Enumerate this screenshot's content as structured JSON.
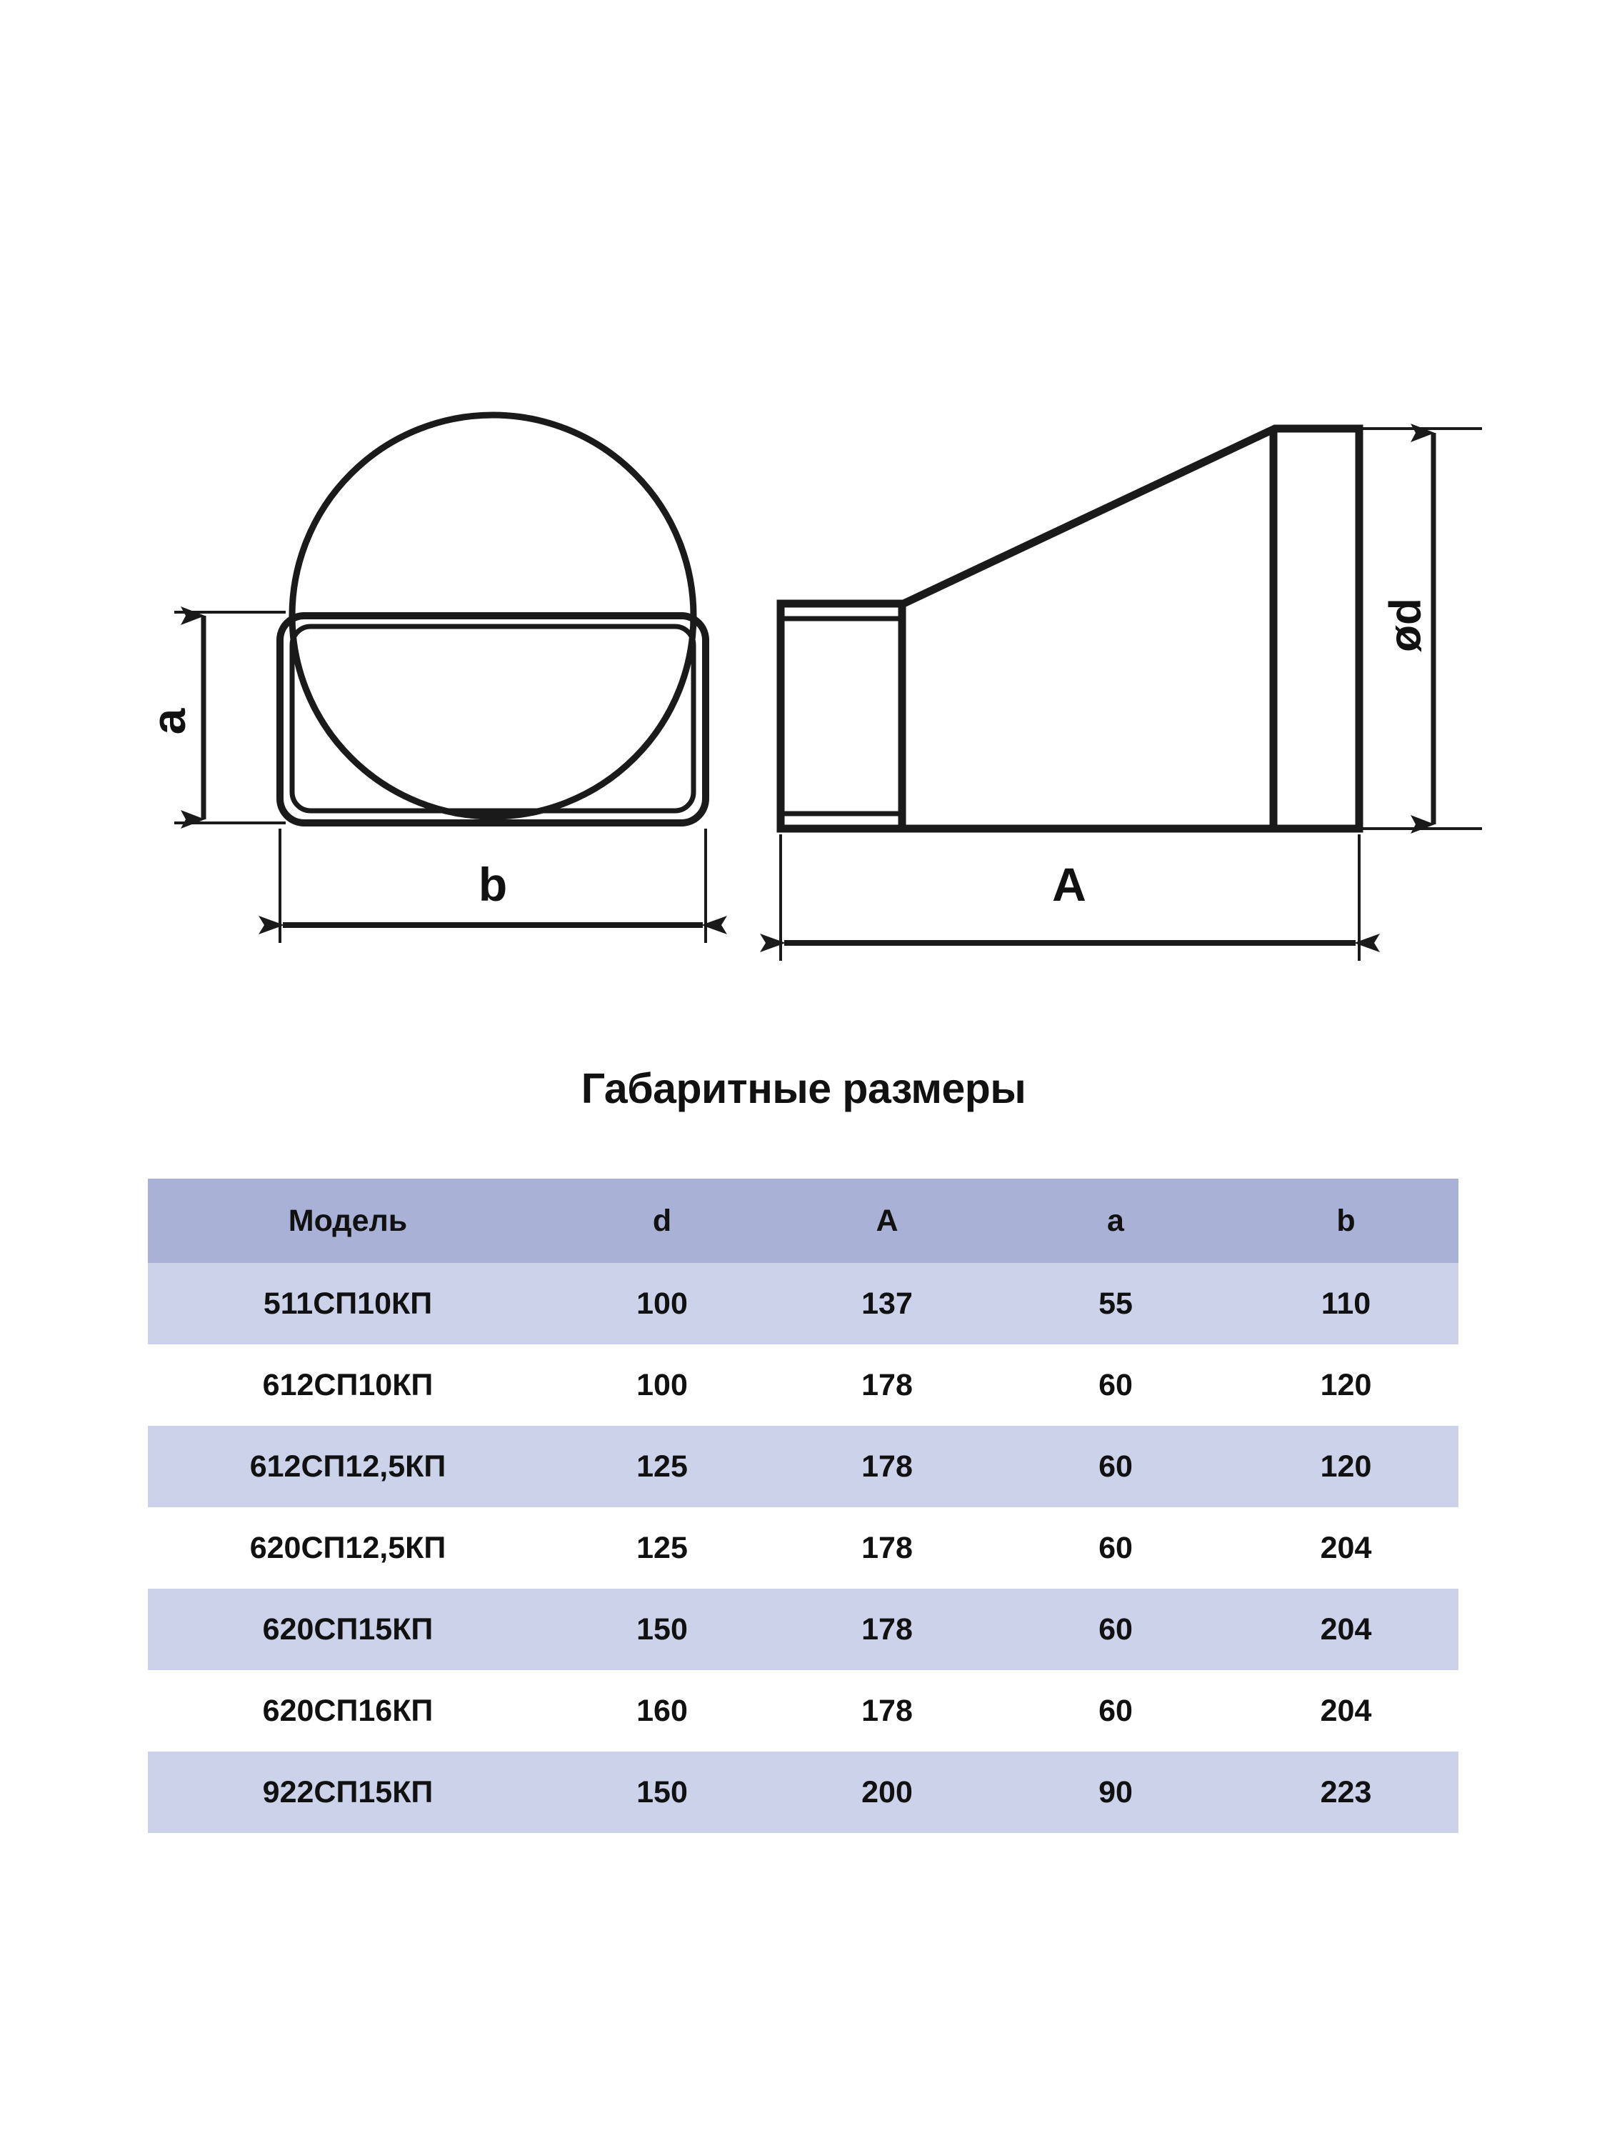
{
  "drawing": {
    "front_view": {
      "caption": "front-view-of-rectangular-to-round-adapter",
      "dimension_height_label": "a",
      "dimension_width_label": "b"
    },
    "side_view": {
      "caption": "side-view-of-rectangular-to-round-adapter",
      "dimension_length_label": "A",
      "dimension_diameter_label": "ød"
    },
    "line_color": "#1a1a1a"
  },
  "table": {
    "title": "Габаритные размеры",
    "columns": [
      "Модель",
      "d",
      "A",
      "a",
      "b"
    ],
    "header_bg": "#a9b2d6",
    "row_shaded_bg": "#ccd2ea",
    "row_plain_bg": "#ffffff",
    "rows": [
      {
        "model": "511СП10КП",
        "d": "100",
        "A": "137",
        "a": "55",
        "b": "110"
      },
      {
        "model": "612СП10КП",
        "d": "100",
        "A": "178",
        "a": "60",
        "b": "120"
      },
      {
        "model": "612СП12,5КП",
        "d": "125",
        "A": "178",
        "a": "60",
        "b": "120"
      },
      {
        "model": "620СП12,5КП",
        "d": "125",
        "A": "178",
        "a": "60",
        "b": "204"
      },
      {
        "model": "620СП15КП",
        "d": "150",
        "A": "178",
        "a": "60",
        "b": "204"
      },
      {
        "model": "620СП16КП",
        "d": "160",
        "A": "178",
        "a": "60",
        "b": "204"
      },
      {
        "model": "922СП15КП",
        "d": "150",
        "A": "200",
        "a": "90",
        "b": "223"
      }
    ]
  }
}
